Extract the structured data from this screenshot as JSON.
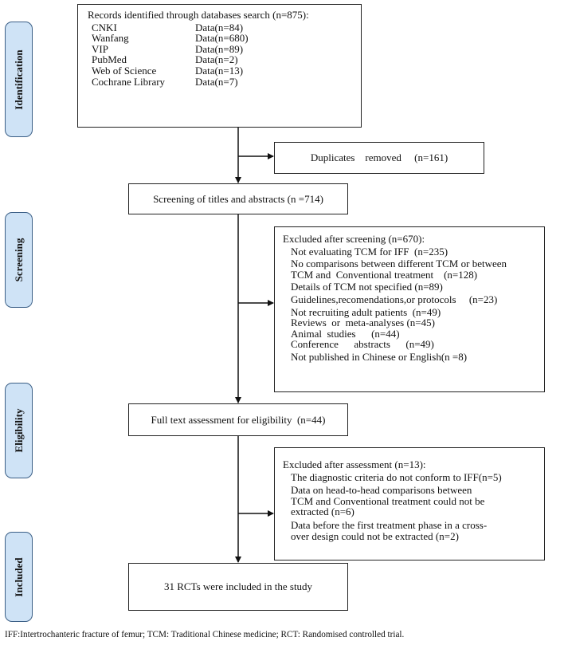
{
  "stages": {
    "identification": "Identification",
    "screening": "Screening",
    "eligibility": "Eligibility",
    "included": "Included"
  },
  "records_box": {
    "title": "Records identified through databases search (n=875):",
    "databases": [
      {
        "name": "CNKI",
        "count": "Data(n=84)"
      },
      {
        "name": "Wanfang",
        "count": "Data(n=680)"
      },
      {
        "name": "VIP",
        "count": "Data(n=89)"
      },
      {
        "name": "PubMed",
        "count": "Data(n=2)"
      },
      {
        "name": "Web of Science",
        "count": "Data(n=13)"
      },
      {
        "name": "Cochrane Library",
        "count": "Data(n=7)"
      }
    ]
  },
  "duplicates_box": {
    "text": "Duplicates    removed     (n=161)"
  },
  "screening_box": {
    "text": "Screening of titles and abstracts (n =714)"
  },
  "excluded_screening_box": {
    "title": "Excluded after screening (n=670):",
    "items": [
      "Not evaluating TCM for IFF  (n=235)",
      "No comparisons between different TCM or between",
      "TCM and  Conventional treatment    (n=128)",
      "Details of TCM not specified (n=89)",
      "Guidelines,recomendations,or protocols     (n=23)",
      "Not recruiting adult patients  (n=49)",
      "Reviews  or  meta-analyses (n=45)",
      "Animal  studies      (n=44)",
      "Conference      abstracts      (n=49)",
      "Not published in Chinese or English(n =8)"
    ]
  },
  "fulltext_box": {
    "text": "Full text assessment for eligibility  (n=44)"
  },
  "excluded_assessment_box": {
    "title": "Excluded after assessment  (n=13):",
    "items": [
      "The diagnostic criteria do not conform to IFF(n=5)",
      "Data on head-to-head comparisons between",
      "TCM and Conventional treatment could not be",
      "extracted (n=6)",
      "Data before the first treatment phase in a cross-",
      "over design could not be extracted (n=2)"
    ]
  },
  "included_box": {
    "text": "31 RCTs were included in the study"
  },
  "footnote": "IFF:Intertrochanteric fracture of femur; TCM: Traditional Chinese medicine; RCT: Randomised controlled trial."
}
